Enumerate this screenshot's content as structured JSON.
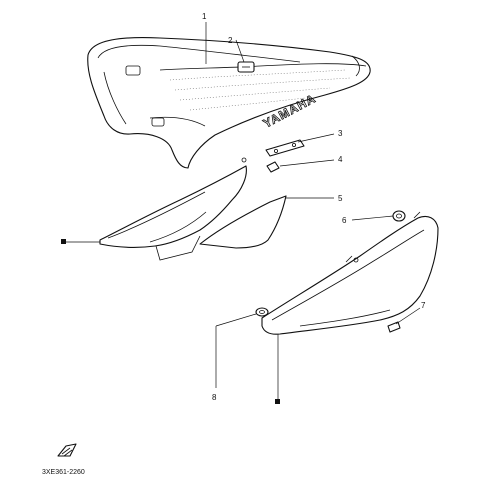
{
  "brand_text": "YAMAHA",
  "callouts": [
    {
      "id": "c1",
      "text": "1"
    },
    {
      "id": "c2",
      "text": "2"
    },
    {
      "id": "c3",
      "text": "3"
    },
    {
      "id": "c4",
      "text": "4"
    },
    {
      "id": "c5",
      "text": "5"
    },
    {
      "id": "c6",
      "text": "6"
    },
    {
      "id": "c7",
      "text": "7"
    },
    {
      "id": "c8",
      "text": "8"
    }
  ],
  "diagram_code": "3XE361-2260",
  "colors": {
    "line": "#111111",
    "background": "#ffffff"
  }
}
